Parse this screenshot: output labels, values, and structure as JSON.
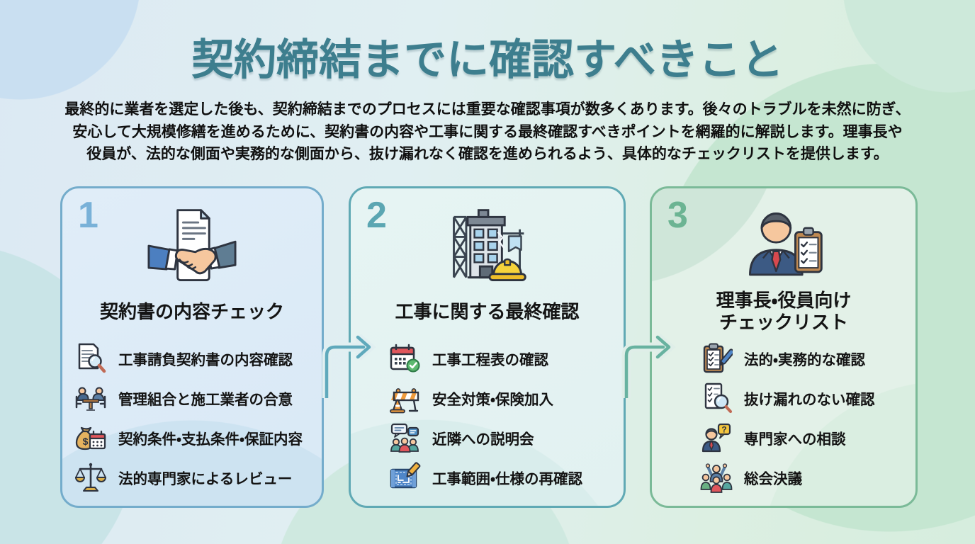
{
  "page": {
    "title": "契約締結までに確認すべきこと",
    "title_color": "#3d7e8e",
    "description_lines": [
      "最終的に業者を選定した後も、契約締結までのプロセスには重要な確認事項が数多くあります。後々のトラブルを未然に防ぎ、",
      "安心して大規模修繕を進めるために、契約書の内容や工事に関する最終確認すべきポイントを網羅的に解説します。理事長や",
      "役員が、法的な側面や実務的な側面から、抜け漏れなく確認を進められるよう、具体的なチェックリストを提供します。"
    ]
  },
  "cards": [
    {
      "number": "1",
      "accent_color": "#79b1d8",
      "border_color": "#74accb",
      "icon": "contract-handshake",
      "heading": "契約書の内容チェック",
      "items": [
        {
          "icon": "document-magnifier",
          "label": "工事請負契約書の内容確認"
        },
        {
          "icon": "meeting-agreement",
          "label": "管理組合と施工業者の合意"
        },
        {
          "icon": "money-terms",
          "label": "契約条件・支払条件・保証内容"
        },
        {
          "icon": "legal-scale",
          "label": "法的専門家によるレビュー"
        }
      ]
    },
    {
      "number": "2",
      "accent_color": "#5ba6b2",
      "border_color": "#60a9b4",
      "icon": "construction-building",
      "heading": "工事に関する最終確認",
      "items": [
        {
          "icon": "schedule-calendar-check",
          "label": "工事工程表の確認"
        },
        {
          "icon": "safety-barrier",
          "label": "安全対策・保険加入"
        },
        {
          "icon": "neighbors-briefing",
          "label": "近隣への説明会"
        },
        {
          "icon": "blueprint-scope",
          "label": "工事範囲・仕様の再確認"
        }
      ]
    },
    {
      "number": "3",
      "accent_color": "#6cb493",
      "border_color": "#7bba98",
      "icon": "chairman-checklist",
      "heading": "理事長・役員向け\nチェックリスト",
      "items": [
        {
          "icon": "checklist-pen",
          "label": "法的・実務的な確認"
        },
        {
          "icon": "checklist-magnifier",
          "label": "抜け漏れのない確認"
        },
        {
          "icon": "expert-question",
          "label": "専門家への相談"
        },
        {
          "icon": "assembly-vote",
          "label": "総会決議"
        }
      ]
    }
  ],
  "arrows": [
    {
      "icon": "arrow-right",
      "color": "#5fa9bc"
    },
    {
      "icon": "arrow-right",
      "color": "#68b2a0"
    }
  ]
}
